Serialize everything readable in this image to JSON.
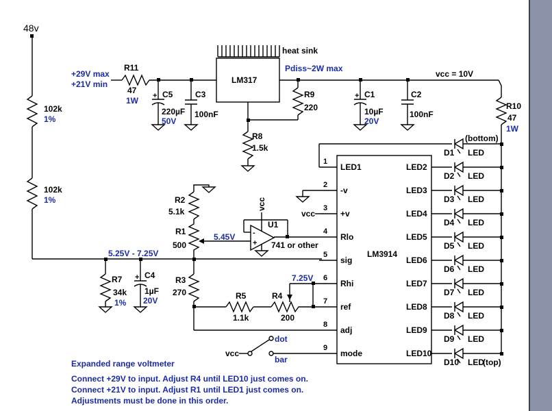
{
  "supply_label": "48v",
  "input": {
    "max": "+29V max",
    "min": "+21V min"
  },
  "heatsink_label": "heat sink",
  "regulator": "LM317",
  "pdiss": "Pdiss~2W max",
  "vcc_rail": "vcc  = 10V",
  "parts": {
    "R11": {
      "ref": "R11",
      "value": "47",
      "rating": "1W"
    },
    "C5": {
      "ref": "C5",
      "value": "220µF",
      "rating": "50V"
    },
    "C3": {
      "ref": "C3",
      "value": "100nF"
    },
    "R9": {
      "ref": "R9",
      "value": "220"
    },
    "R8": {
      "ref": "R8",
      "value": "1.5k"
    },
    "C1": {
      "ref": "C1",
      "value": "10µF",
      "rating": "20V"
    },
    "C2": {
      "ref": "C2",
      "value": "100nF"
    },
    "R10": {
      "ref": "R10",
      "value": "47",
      "rating": "1W"
    },
    "RD1": {
      "value": "102k",
      "tol": "1%"
    },
    "RD2": {
      "value": "102k",
      "tol": "1%"
    },
    "R2": {
      "ref": "R2",
      "value": "5.1k"
    },
    "R1": {
      "ref": "R1",
      "value": "500"
    },
    "R3": {
      "ref": "R3",
      "value": "270"
    },
    "R7": {
      "ref": "R7",
      "value": "34k",
      "tol": "1%"
    },
    "C4": {
      "ref": "C4",
      "value": "1µF",
      "rating": "20V"
    },
    "R5": {
      "ref": "R5",
      "value": "1.1k"
    },
    "R4": {
      "ref": "R4",
      "value": "200"
    },
    "U1": {
      "ref": "U1",
      "value": "741 or other"
    }
  },
  "voltages": {
    "ref_tap": "5.45V",
    "sig_range": "5.25V - 7.25V",
    "rhi": "7.25V"
  },
  "vcc": "vcc",
  "ic": {
    "name": "LM3914",
    "left_pins": [
      {
        "num": "1",
        "name": "LED1"
      },
      {
        "num": "2",
        "name": "-v"
      },
      {
        "num": "3",
        "name": "+v"
      },
      {
        "num": "4",
        "name": "Rlo"
      },
      {
        "num": "5",
        "name": "sig"
      },
      {
        "num": "6",
        "name": "Rhi"
      },
      {
        "num": "7",
        "name": "ref"
      },
      {
        "num": "8",
        "name": "adj"
      },
      {
        "num": "9",
        "name": "mode"
      }
    ],
    "right_pins": [
      "LED2",
      "LED3",
      "LED4",
      "LED5",
      "LED6",
      "LED7",
      "LED8",
      "LED9",
      "LED10"
    ]
  },
  "leds": [
    {
      "ref": "D1",
      "label": "LED",
      "tag": "(bottom)"
    },
    {
      "ref": "D2",
      "label": "LED"
    },
    {
      "ref": "D3",
      "label": "LED"
    },
    {
      "ref": "D4",
      "label": "LED"
    },
    {
      "ref": "D5",
      "label": "LED"
    },
    {
      "ref": "D6",
      "label": "LED"
    },
    {
      "ref": "D7",
      "label": "LED"
    },
    {
      "ref": "D8",
      "label": "LED"
    },
    {
      "ref": "D9",
      "label": "LED"
    },
    {
      "ref": "D10",
      "label": "LED",
      "tag": "(top)"
    }
  ],
  "switch": {
    "dot": "dot",
    "bar": "bar"
  },
  "notes": {
    "title": "Expanded range voltmeter",
    "line1": "Connect +29V to input. Adjust R4 until LED10 just comes on.",
    "line2": "Connect +21V to input. Adjust R1 until LED1 just comes on.",
    "line3": "Adjustments must be done in this order."
  }
}
